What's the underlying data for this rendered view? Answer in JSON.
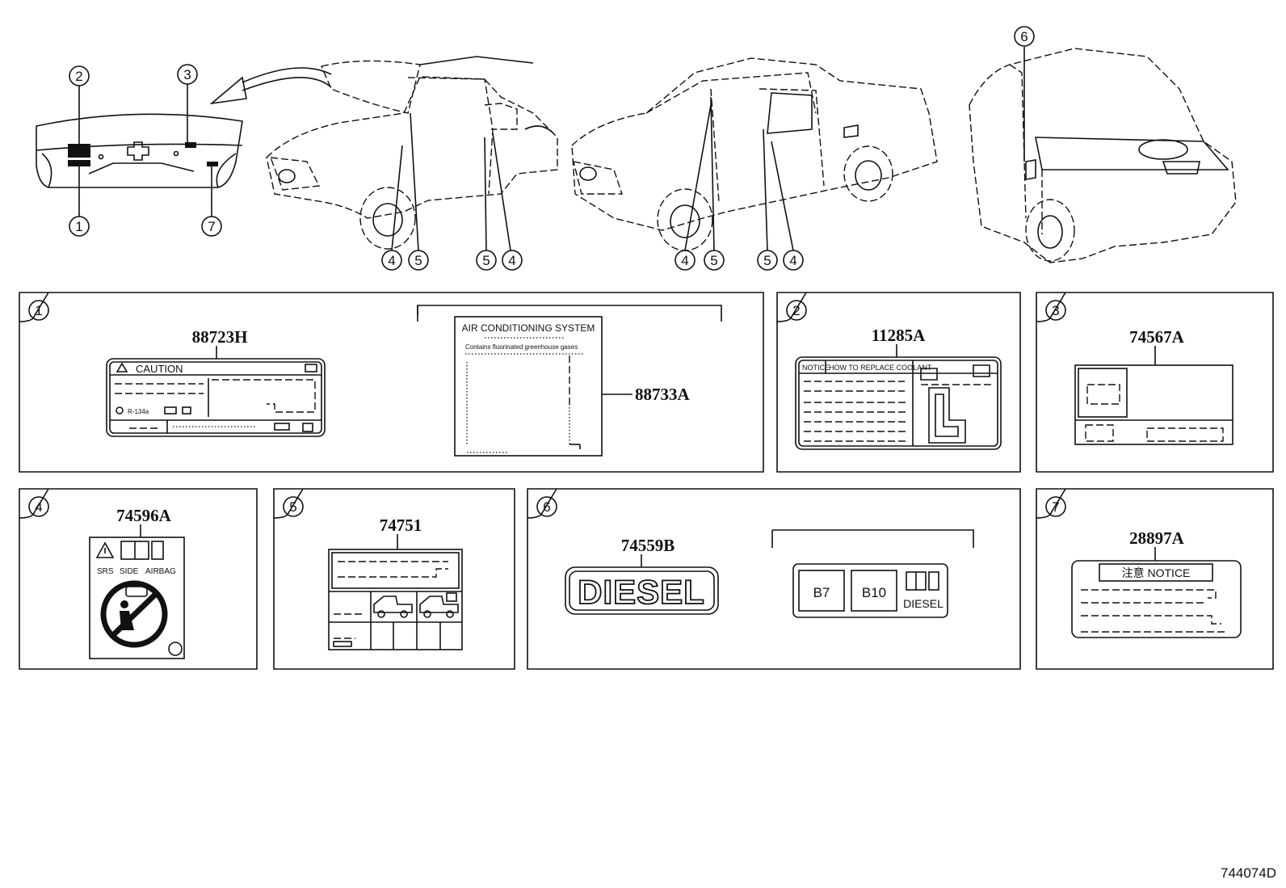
{
  "callouts": [
    "1",
    "2",
    "3",
    "4",
    "5",
    "6",
    "7"
  ],
  "parts": {
    "p1a": "88723H",
    "p1b": "88733A",
    "p2": "11285A",
    "p3": "74567A",
    "p4": "74596A",
    "p5": "74751",
    "p6": "74559B",
    "p7": "28897A"
  },
  "label_text": {
    "caution": "CAUTION",
    "ac_title": "AIR CONDITIONING SYSTEM",
    "ac_sub": "Contains fluorinated greenhouse gases",
    "refrigerant": "R-134a",
    "notice_a": "NOTICE",
    "notice_b": "HOW TO REPLACE COOLANT",
    "srs": "SRS",
    "side": "SIDE",
    "airbag": "AIRBAG",
    "diesel": "DIESEL",
    "b7": "B7",
    "b10": "B10",
    "diesel_small": "DIESEL",
    "notice7": "注意 NOTICE"
  },
  "figure_id": "744074D"
}
